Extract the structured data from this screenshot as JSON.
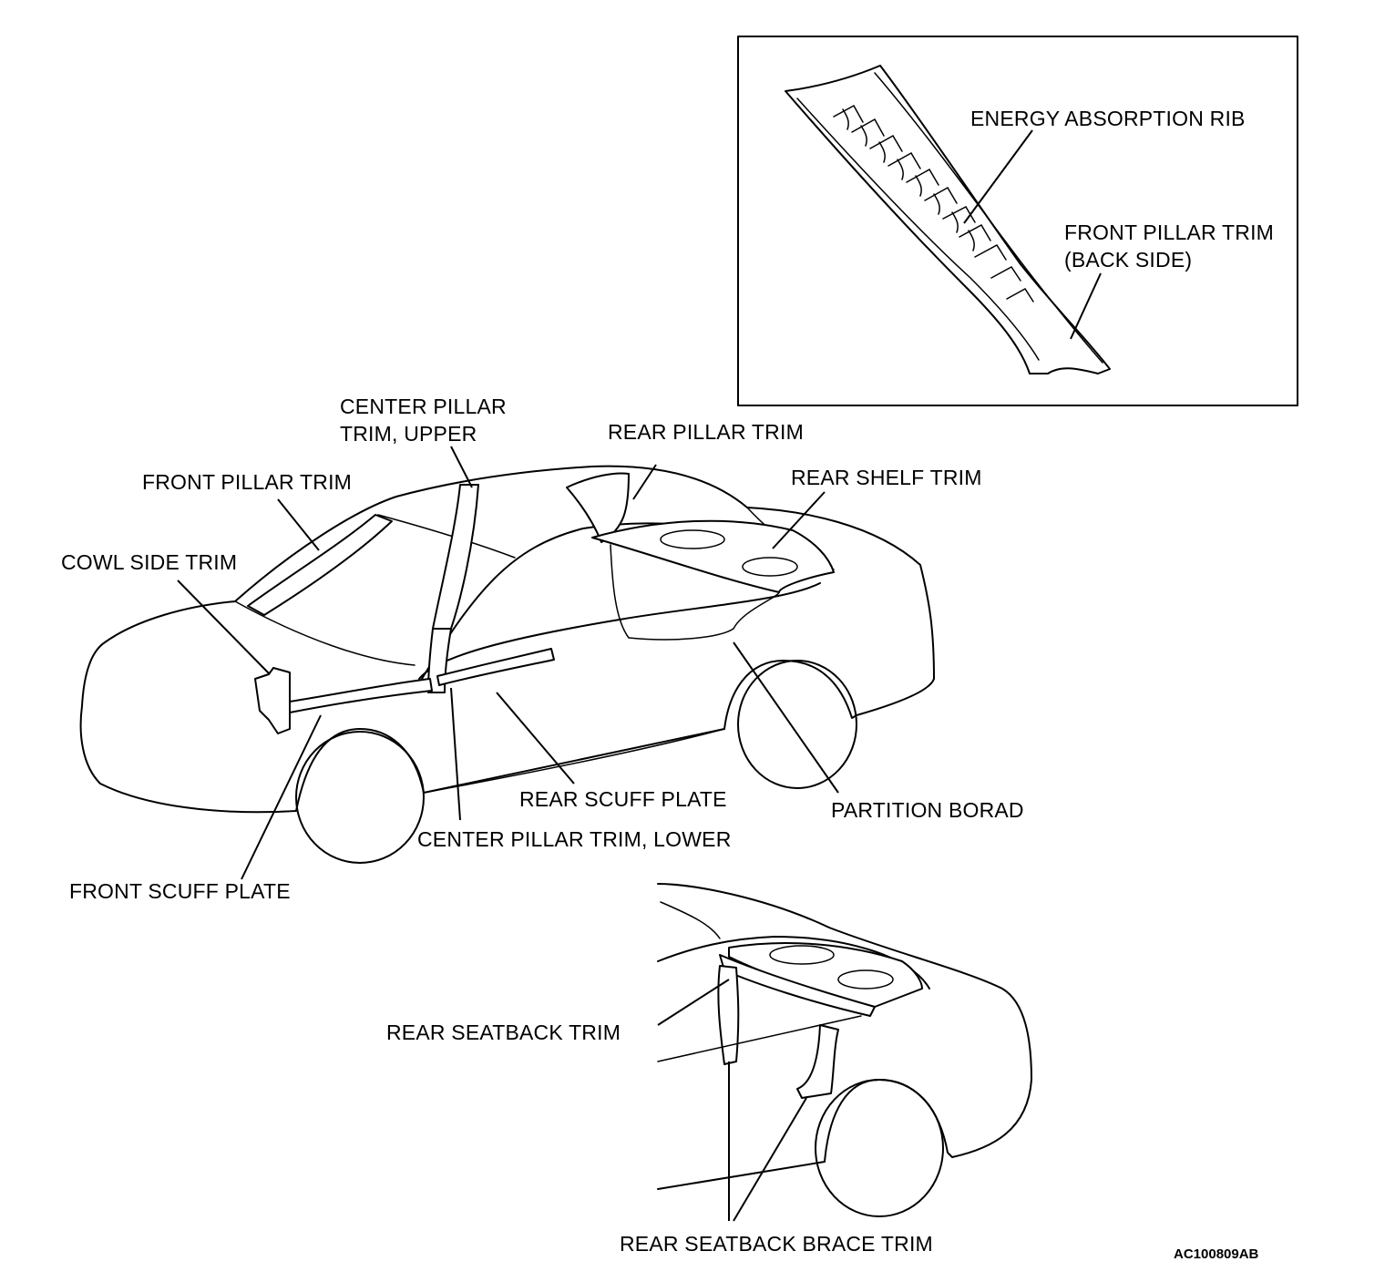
{
  "labels": {
    "energy_absorption_rib": "ENERGY ABSORPTION RIB",
    "front_pillar_trim_back_1": "FRONT PILLAR TRIM",
    "front_pillar_trim_back_2": "(BACK SIDE)",
    "center_pillar_upper_1": "CENTER PILLAR",
    "center_pillar_upper_2": "TRIM, UPPER",
    "rear_pillar_trim": "REAR PILLAR TRIM",
    "rear_shelf_trim": "REAR SHELF TRIM",
    "front_pillar_trim": "FRONT PILLAR TRIM",
    "cowl_side_trim": "COWL SIDE TRIM",
    "rear_scuff_plate": "REAR SCUFF PLATE",
    "partition_board": "PARTITION BORAD",
    "center_pillar_lower": "CENTER PILLAR TRIM, LOWER",
    "front_scuff_plate": "FRONT SCUFF PLATE",
    "rear_seatback_trim": "REAR SEATBACK TRIM",
    "rear_seatback_brace_trim": "REAR SEATBACK BRACE TRIM"
  },
  "figure_code": "AC100809AB"
}
